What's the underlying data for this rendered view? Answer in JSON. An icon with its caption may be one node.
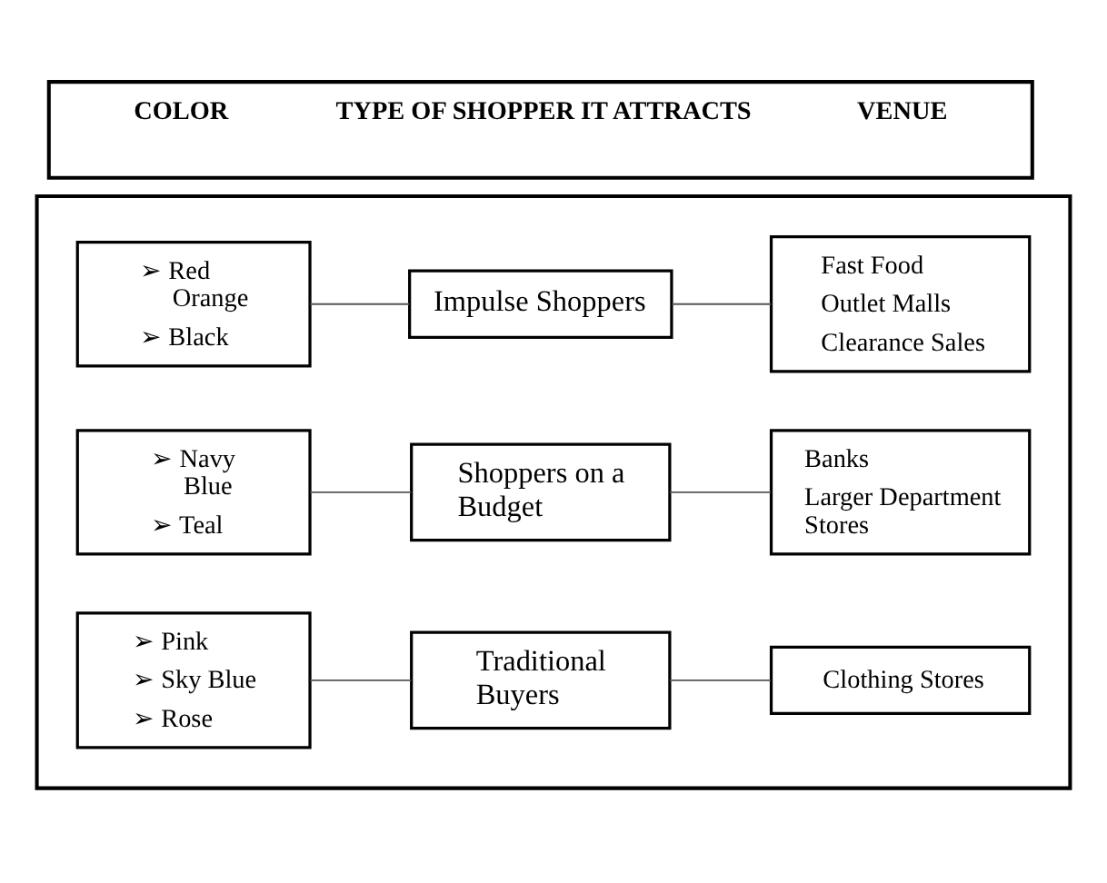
{
  "diagram": {
    "nodes": [
      {
        "text": [
          "COLOR",
          "TYPE OF SHOPPER IT ATTRACTS",
          "VENUE"
        ]
      },
      {
        "text": [],
        "shape": "box"
      },
      {
        "text": [
          "➢ Red Orange",
          "➢ Black"
        ],
        "in": 1
      },
      {
        "text": [
          "Impulse Shoppers"
        ],
        "in": 1
      },
      {
        "text": [
          "Fast Food",
          "Outlet Malls",
          "Clearance Sales"
        ],
        "in": 1
      },
      {
        "text": [
          "➢ Navy Blue",
          "➢ Teal"
        ],
        "in": 1
      },
      {
        "text": [
          "Shoppers on a Budget"
        ],
        "in": 1
      },
      {
        "text": [
          "Banks",
          "Larger Department Stores"
        ],
        "in": 1
      },
      {
        "text": [
          "➢ Pink",
          "➢ Sky Blue",
          "➢ Rose"
        ],
        "in": 1
      },
      {
        "text": [
          "Traditional Buyers"
        ],
        "in": 1
      },
      {
        "text": [
          "Clothing Stores"
        ],
        "in": 1
      }
    ],
    "edges": [
      {
        "from": 2,
        "to": 3,
        "arrow": "none"
      },
      {
        "from": 3,
        "to": 4,
        "arrow": "none"
      },
      {
        "from": 5,
        "to": 6,
        "arrow": "none"
      },
      {
        "from": 6,
        "to": 7,
        "arrow": "none"
      },
      {
        "from": 8,
        "to": 9,
        "arrow": "none"
      },
      {
        "from": 9,
        "to": 10,
        "arrow": "none"
      }
    ]
  }
}
